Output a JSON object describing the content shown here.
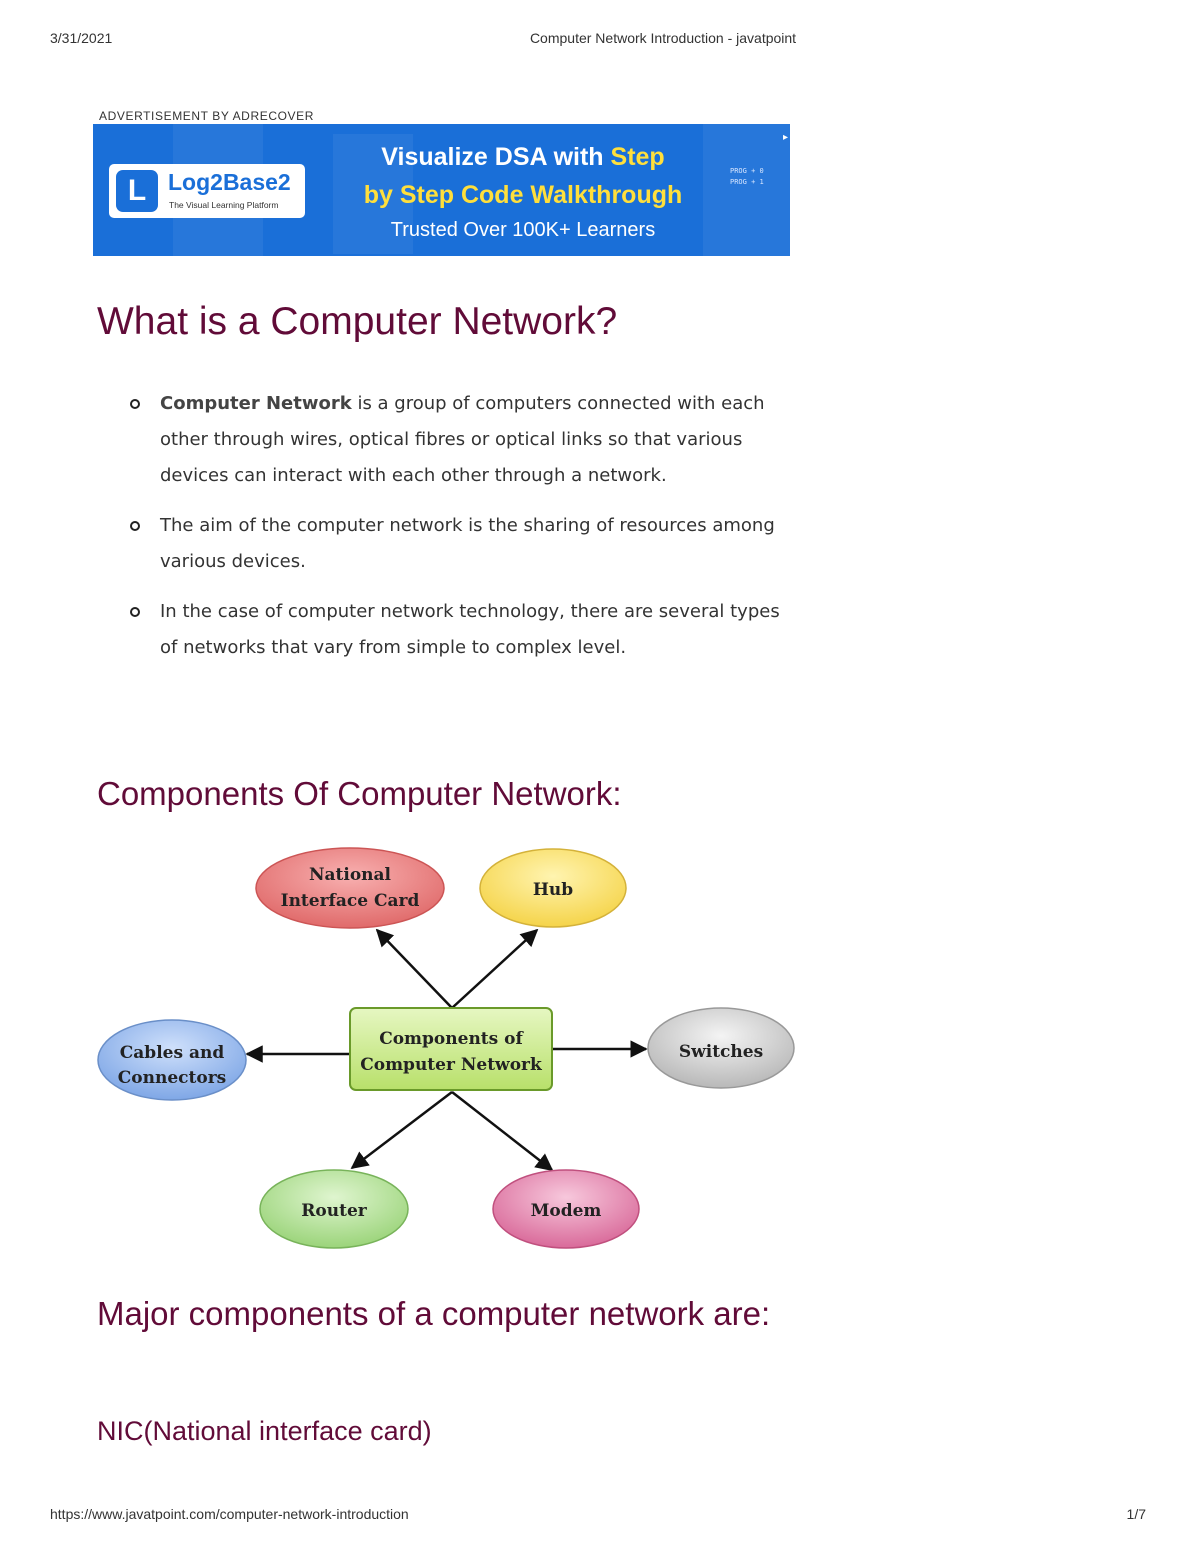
{
  "print_header": {
    "date": "3/31/2021",
    "title": "Computer Network Introduction - javatpoint"
  },
  "print_footer": {
    "url": "https://www.javatpoint.com/computer-network-introduction",
    "page": "1/7"
  },
  "advertisement": {
    "label": "ADVERTISEMENT BY ADRECOVER",
    "logo_letter": "L",
    "brand": "Log2Base2",
    "tagline": "The Visual Learning Platform",
    "headline_1a": "Visualize DSA with ",
    "headline_1b": "Step",
    "headline_2": "by Step Code Walkthrough",
    "sub": "Trusted Over 100K+ Learners",
    "code_1": "PROG + 0",
    "code_2": "PROG + 1"
  },
  "page_title": "What is a Computer Network?",
  "intro_points": [
    {
      "bold": "Computer Network",
      "text": " is a group of computers connected with each other through wires, optical fibres or optical links so that various devices can interact with each other through a network."
    },
    {
      "bold": "",
      "text": "The aim of the computer network is the sharing of resources among various devices."
    },
    {
      "bold": "",
      "text": "In the case of computer network technology, there are several types of networks that vary from simple to complex level."
    }
  ],
  "components_heading": "Components Of Computer Network:",
  "diagram": {
    "center": {
      "line1": "Components of",
      "line2": "Computer Network"
    },
    "nic": {
      "line1": "National",
      "line2": "Interface Card"
    },
    "hub": {
      "line1": "Hub"
    },
    "cables": {
      "line1": "Cables and",
      "line2": "Connectors"
    },
    "switches": {
      "line1": "Switches"
    },
    "router": {
      "line1": "Router"
    },
    "modem": {
      "line1": "Modem"
    }
  },
  "major_heading": "Major components of a computer network are:",
  "nic_heading": "NIC(National interface card)"
}
